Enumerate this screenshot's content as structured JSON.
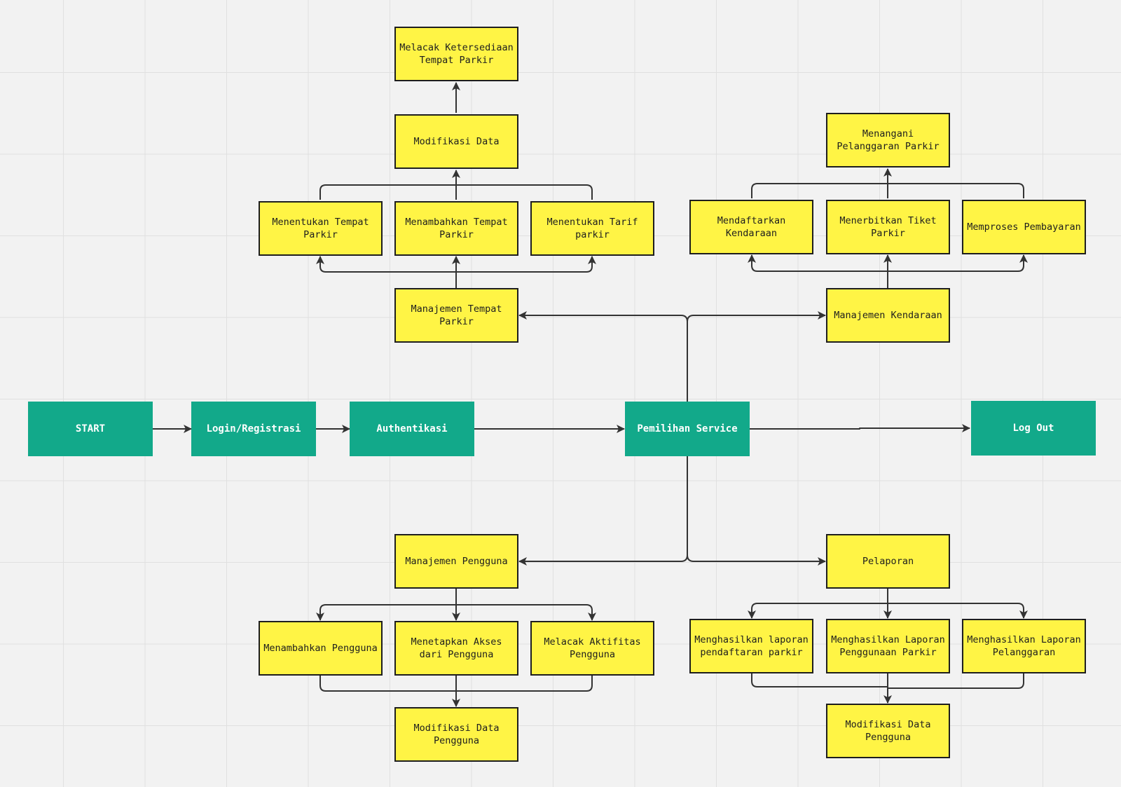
{
  "colors": {
    "canvas": "#f2f2f2",
    "grid": "#e0e0e0",
    "main_node": "#12a98a",
    "task_node": "#fff445",
    "connector": "#333333"
  },
  "main_flow": {
    "start": "START",
    "login": "Login/Registrasi",
    "auth": "Authentikasi",
    "service": "Pemilihan Service",
    "logout": "Log Out"
  },
  "parking": {
    "management": "Manajemen Tempat\nParkir",
    "determine_place": "Menentukan Tempat\nParkir",
    "add_place": "Menambahkan Tempat\nParkir",
    "determine_rate": "Menentukan Tarif\nparkir",
    "modify_data": "Modifikasi Data",
    "track_availability": "Melacak Ketersediaan\nTempat Parkir"
  },
  "vehicle": {
    "management": "Manajemen Kendaraan",
    "register": "Mendaftarkan\nKendaraan",
    "issue_ticket": "Menerbitkan Tiket\nParkir",
    "process_payment": "Memproses Pembayaran",
    "handle_violation": "Menangani\nPelanggaran Parkir"
  },
  "user": {
    "management": "Manajemen Pengguna",
    "add_user": "Menambahkan Pengguna",
    "set_access": "Menetapkan Akses\ndari Pengguna",
    "track_activity": "Melacak Aktifitas\nPengguna",
    "modify_data": "Modifikasi Data\nPengguna"
  },
  "report": {
    "reporting": "Pelaporan",
    "registration_report": "Menghasilkan laporan\npendaftaran parkir",
    "usage_report": "Menghasilkan Laporan\nPenggunaan Parkir",
    "violation_report": "Menghasilkan Laporan\nPelanggaran",
    "modify_data": "Modifikasi Data\nPengguna"
  }
}
